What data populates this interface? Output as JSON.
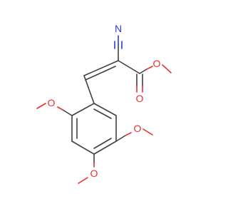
{
  "molecule": {
    "atoms": {
      "n": {
        "symbol": "N",
        "color": "#2f3bd6"
      },
      "o_carbonyl": {
        "symbol": "O",
        "color": "#e8312b"
      },
      "o_ester": {
        "symbol": "O",
        "color": "#e8312b"
      },
      "o_ome_2": {
        "symbol": "O",
        "color": "#e8312b"
      },
      "o_ome_4": {
        "symbol": "O",
        "color": "#e8312b"
      },
      "o_ome_5": {
        "symbol": "O",
        "color": "#e8312b"
      }
    },
    "colors": {
      "bond": "#404040",
      "oxygen": "#e8312b",
      "nitrogen": "#2f3bd6",
      "background": "#ffffff"
    }
  }
}
